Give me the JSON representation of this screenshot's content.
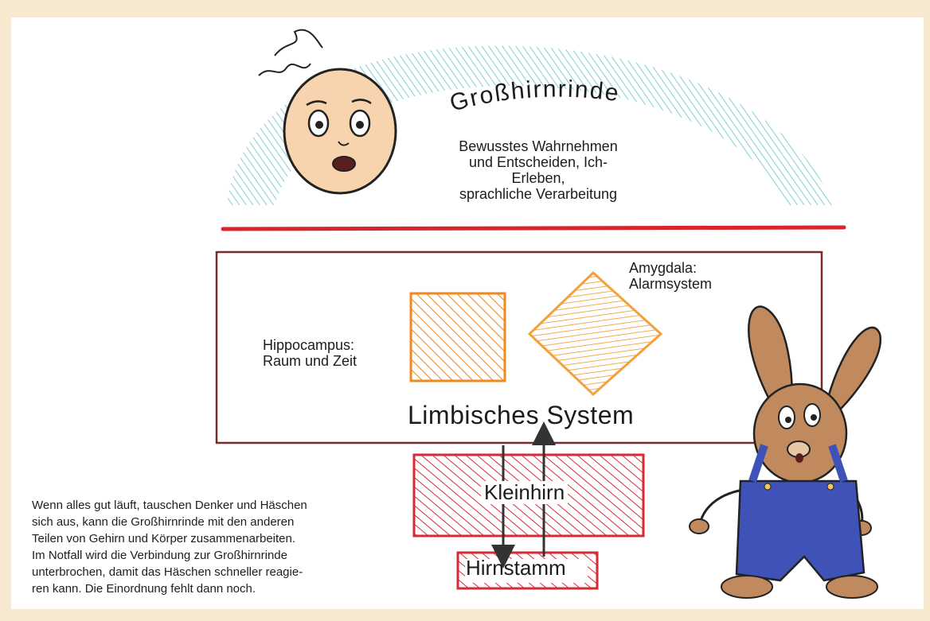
{
  "colors": {
    "page_background": "#f6e9cf",
    "cortex_hatching": "#5fc3c6",
    "divider_red": "#d6262c",
    "box_outline": "#7a2a2a",
    "limbic_orange": "#f08a1e",
    "amygdala_orange": "#f2a13c",
    "lower_brain_red": "#d62a36",
    "bunny_blue": "#3f52b8",
    "bunny_fur": "#c08a5e"
  },
  "icons": [
    "thinker-head-icon",
    "bunny-icon",
    "up-arrow-icon",
    "down-arrow-icon"
  ],
  "cortex": {
    "title": "Großhirnrinde",
    "description": [
      "Bewusstes Wahrnehmen",
      "und Entscheiden, Ich-Erleben,",
      "sprachliche Verarbeitung"
    ]
  },
  "limbic": {
    "title": "Limbisches System",
    "amygdala": [
      "Amygdala:",
      "Alarmsystem"
    ],
    "hippocampus": [
      "Hippocampus:",
      "Raum und Zeit"
    ]
  },
  "lower": {
    "kleinhirn": "Kleinhirn",
    "hirnstamm": "Hirnstamm"
  },
  "caption": [
    "Wenn alles gut läuft, tauschen Denker und Häschen",
    "sich aus, kann die Großhirnrinde mit den anderen",
    "Teilen von Gehirn und Körper zusammenarbeiten.",
    "Im Notfall wird die Verbindung zur Großhirnrinde",
    "unterbrochen, damit das Häschen schneller reagie-",
    "ren kann. Die Einordnung fehlt dann noch."
  ]
}
